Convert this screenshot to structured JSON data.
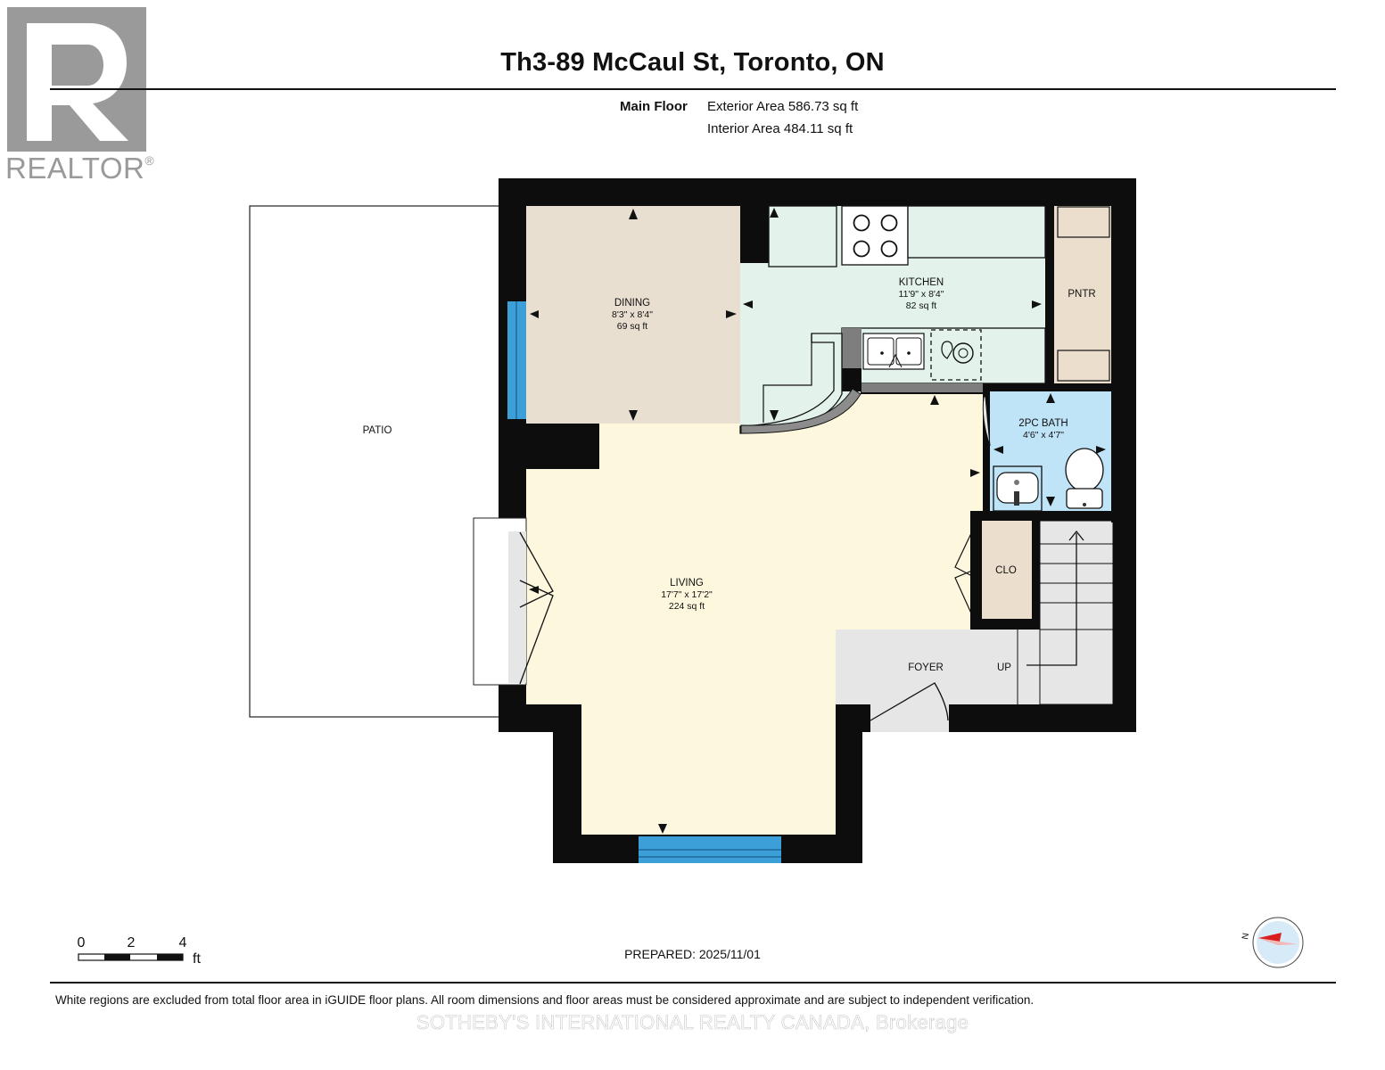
{
  "logo": {
    "brand": "REALTOR",
    "mark": "®",
    "icon": "realtor-r-icon",
    "color": "#9a9a9a"
  },
  "header": {
    "title": "Th3-89 McCaul St, Toronto, ON",
    "floor": "Main Floor",
    "exterior_area": "Exterior Area 586.73 sq ft",
    "interior_area": "Interior Area 484.11 sq ft"
  },
  "rooms": {
    "patio": {
      "name": "PATIO"
    },
    "dining": {
      "name": "DINING",
      "dims": "8'3\" x 8'4\"",
      "area": "69 sq ft"
    },
    "kitchen": {
      "name": "KITCHEN",
      "dims": "11'9\" x 8'4\"",
      "area": "82 sq ft"
    },
    "pantry": {
      "name": "PNTR"
    },
    "bath": {
      "name": "2PC BATH",
      "dims": "4'6\" x 4'7\""
    },
    "closet": {
      "name": "CLO"
    },
    "living": {
      "name": "LIVING",
      "dims": "17'7\" x 17'2\"",
      "area": "224 sq ft"
    },
    "foyer": {
      "name": "FOYER"
    },
    "stairs": {
      "label": "UP"
    }
  },
  "scale": {
    "ticks": [
      "0",
      "2",
      "4"
    ],
    "unit": "ft"
  },
  "compass": {
    "label": "N",
    "icon": "compass-icon"
  },
  "footer": {
    "prepared": "PREPARED: 2025/11/01",
    "disclaimer": "White regions are excluded from total floor area in iGUIDE floor plans. All room dimensions and floor areas must be considered approximate and are subject to independent verification.",
    "watermark": "SOTHEBY'S INTERNATIONAL REALTY CANADA, Brokerage"
  },
  "colors": {
    "wall": "#0d0d0d",
    "dining": "#e9dfd1",
    "kitchen": "#e3f2ea",
    "pantry": "#ebdecd",
    "bath": "#bfe3f7",
    "living": "#fcf7dd",
    "foyer": "#e6e6e6",
    "window": "#3d9fd8"
  }
}
